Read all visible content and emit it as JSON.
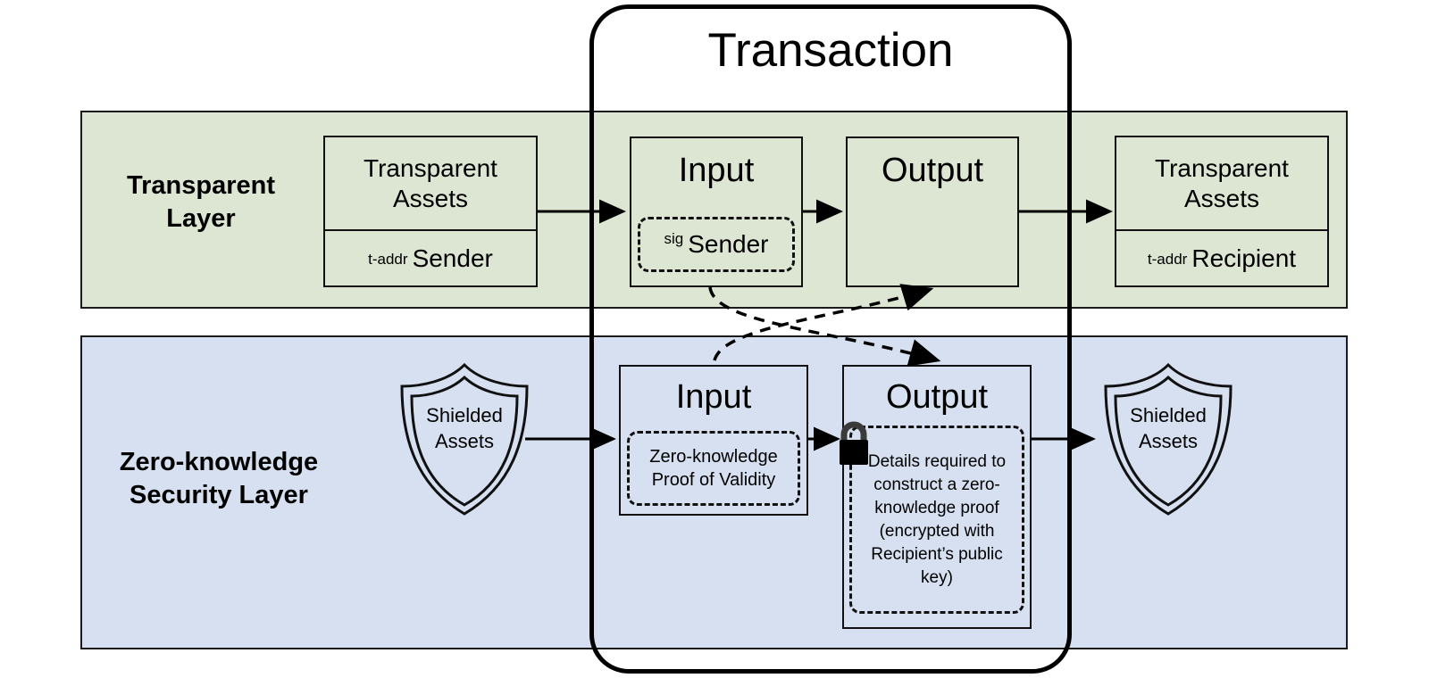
{
  "diagram": {
    "title": "Transaction",
    "layers": {
      "transparent": {
        "label": "Transparent\nLayer",
        "label_line1": "Transparent",
        "label_line2": "Layer",
        "color": "#dce6d2",
        "left_asset": {
          "title_line1": "Transparent",
          "title_line2": "Assets",
          "addr_prefix": "t-addr",
          "addr_role": "Sender"
        },
        "input": {
          "title": "Input",
          "inner_prefix": "sig",
          "inner_label": "Sender"
        },
        "output": {
          "title": "Output"
        },
        "right_asset": {
          "title_line1": "Transparent",
          "title_line2": "Assets",
          "addr_prefix": "t-addr",
          "addr_role": "Recipient"
        }
      },
      "zero_knowledge": {
        "label_line1": "Zero-knowledge",
        "label_line2": "Security Layer",
        "color": "#d6e0f0",
        "left_shield": {
          "line1": "Shielded",
          "line2": "Assets",
          "icon": "shield-icon"
        },
        "input": {
          "title": "Input",
          "inner_line1": "Zero-knowledge",
          "inner_line2": "Proof of Validity"
        },
        "output": {
          "title": "Output",
          "lock_icon": "lock-icon",
          "inner_text": "Details required to construct a zero-knowledge proof (encrypted with Recipient’s public key)"
        },
        "right_shield": {
          "line1": "Shielded",
          "line2": "Assets",
          "icon": "shield-icon"
        }
      }
    },
    "connectors": {
      "solid_arrow_style": "solid",
      "cross_arrow_style": "dashed-curved",
      "stroke_color": "#000000"
    }
  }
}
